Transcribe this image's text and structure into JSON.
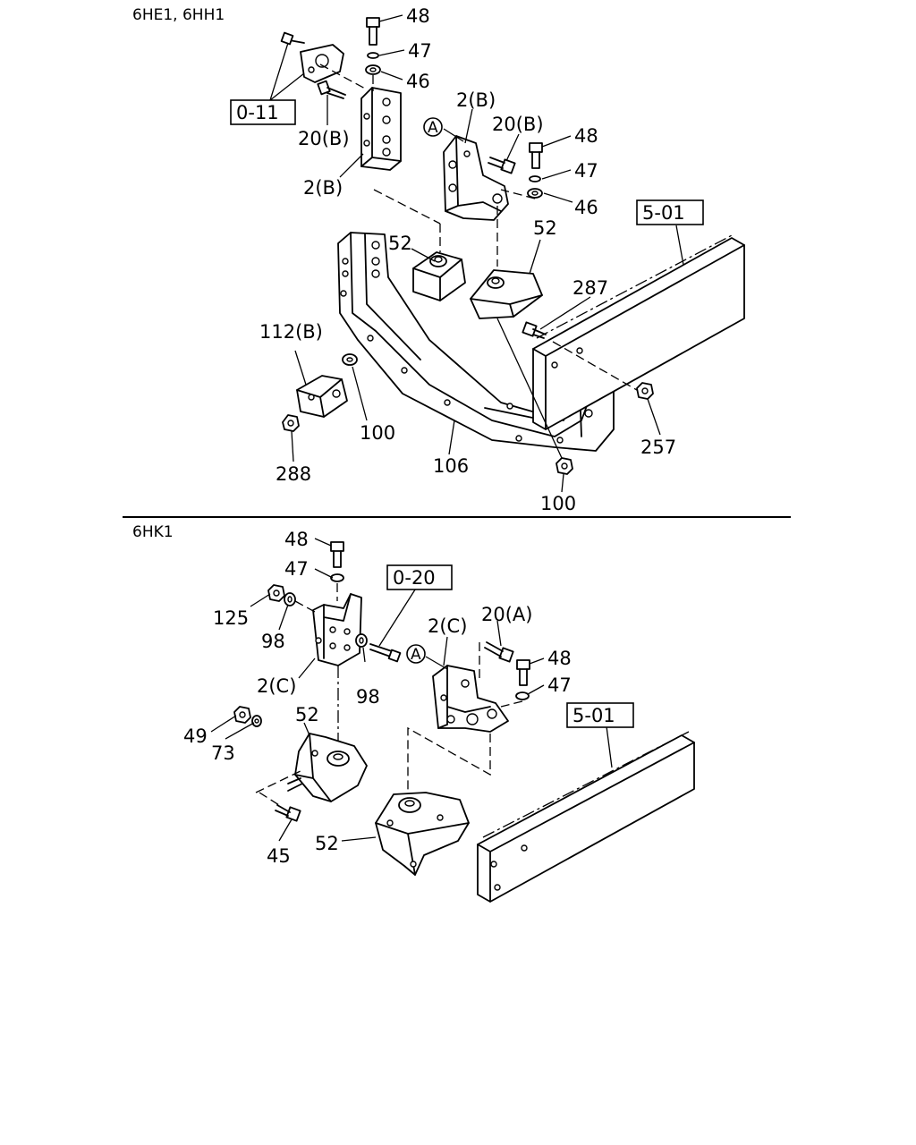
{
  "sections": [
    {
      "title": "6HE1, 6HH1",
      "labels": [
        "48",
        "47",
        "46",
        "0-11",
        "20(B)",
        "2(B)",
        "2(B)",
        "20(B)",
        "48",
        "47",
        "46",
        "5-01",
        "52",
        "52",
        "287",
        "112(B)",
        "100",
        "288",
        "106",
        "257",
        "100"
      ],
      "circle_ref": "A"
    },
    {
      "title": "6HK1",
      "labels": [
        "48",
        "47",
        "0-20",
        "125",
        "98",
        "2(C)",
        "98",
        "2(C)",
        "20(A)",
        "48",
        "47",
        "52",
        "49",
        "73",
        "5-01",
        "45",
        "52"
      ],
      "circle_ref": "A"
    }
  ]
}
